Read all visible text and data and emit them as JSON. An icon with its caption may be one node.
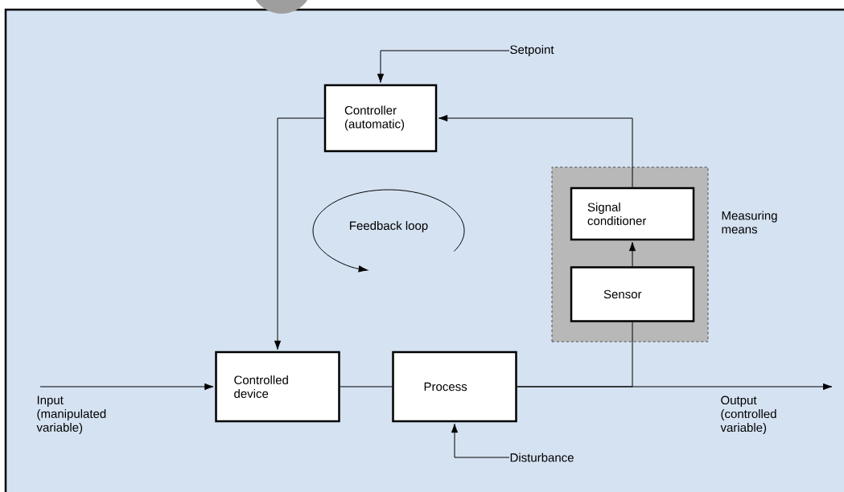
{
  "diagram": {
    "nodes": [
      {
        "text": [
          "Setpoint"
        ]
      },
      {
        "text": [
          "Controller (automatic)"
        ]
      },
      {
        "text": [
          "Measuring means"
        ]
      },
      {
        "text": [
          "Signal conditioner"
        ],
        "in": 2
      },
      {
        "text": [
          "Sensor"
        ],
        "in": 2
      },
      {
        "text": [
          "Input (manipulated variable)"
        ]
      },
      {
        "text": [
          "Controlled device"
        ]
      },
      {
        "text": [
          "Process"
        ]
      },
      {
        "text": [
          "Output (controlled variable)"
        ]
      },
      {
        "text": [
          "Disturbance"
        ]
      }
    ],
    "edges": [
      {
        "from": 0,
        "to": 1,
        "arrow": "to"
      },
      {
        "from": 3,
        "to": 1,
        "arrow": "to"
      },
      {
        "from": 1,
        "to": 6,
        "arrow": "to"
      },
      {
        "from": 4,
        "to": 3,
        "arrow": "to"
      },
      {
        "from": 5,
        "to": 6,
        "arrow": "to"
      },
      {
        "from": 6,
        "to": 7,
        "arrow": "none"
      },
      {
        "from": 7,
        "to": 8,
        "arrow": "to"
      },
      {
        "from": 7,
        "to": 4,
        "arrow": "none"
      },
      {
        "from": 9,
        "to": 7,
        "arrow": "to"
      }
    ],
    "labels": [
      "Feedback loop"
    ]
  }
}
